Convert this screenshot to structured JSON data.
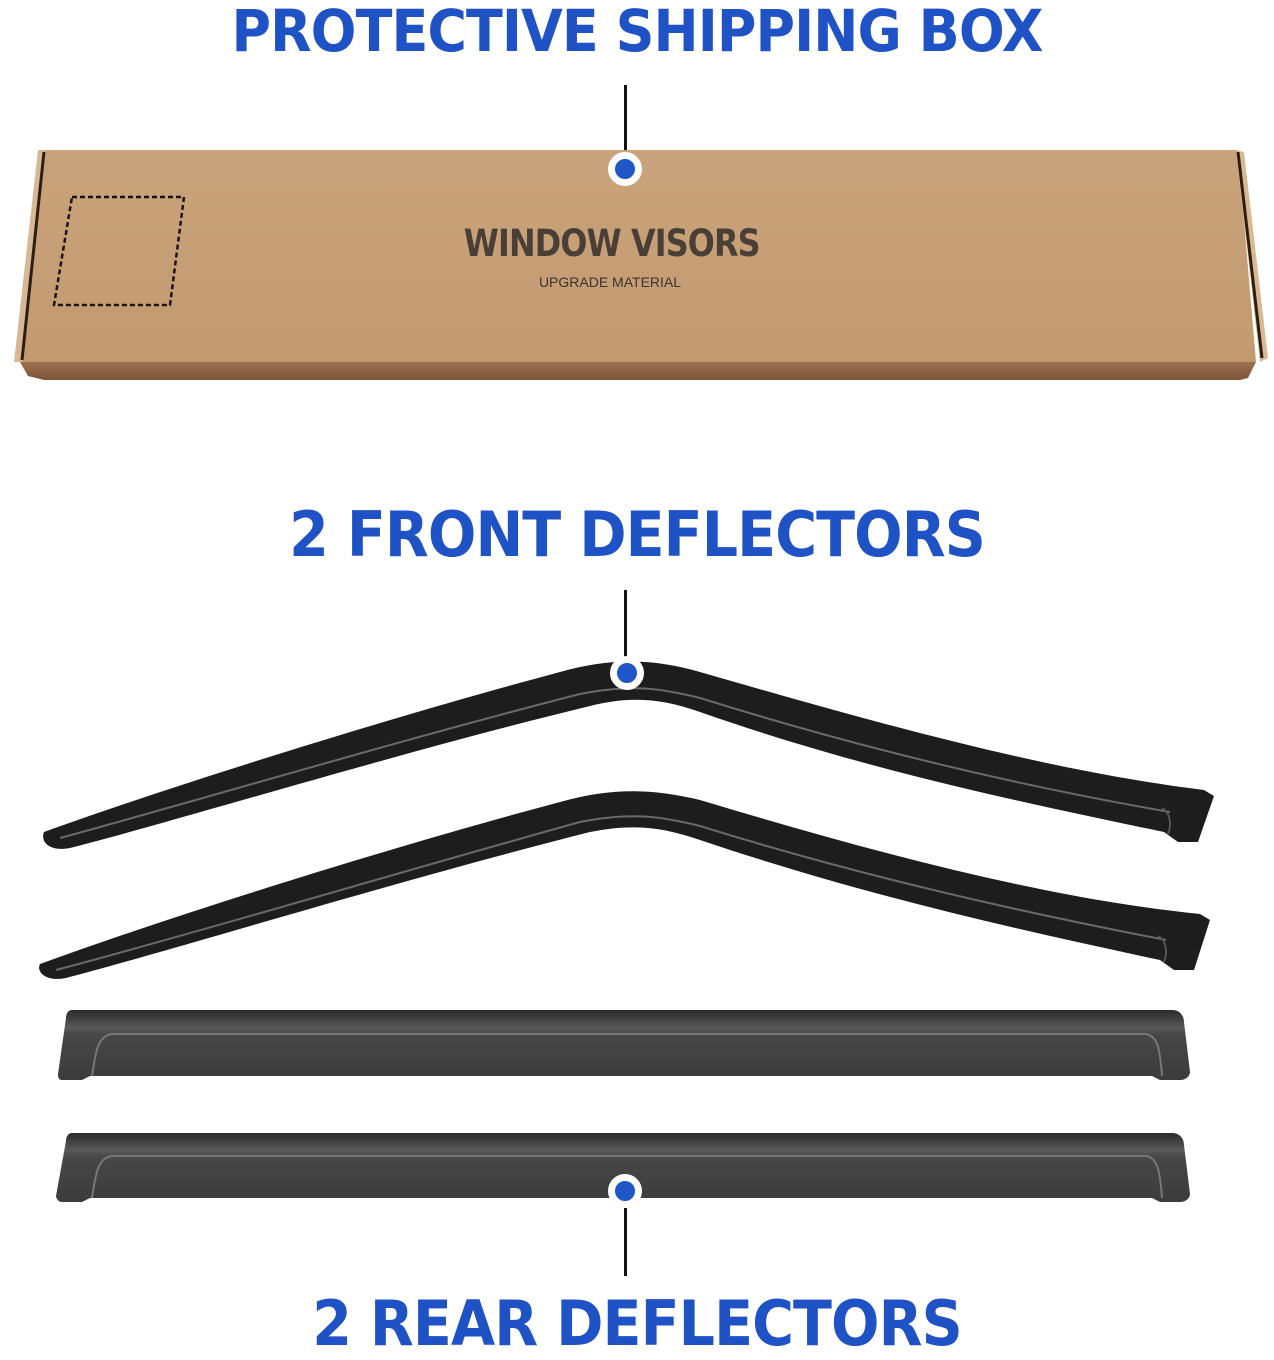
{
  "headings": {
    "box": "PROTECTIVE SHIPPING BOX",
    "front": "2 FRONT DEFLECTORS",
    "rear": "2 REAR DEFLECTORS"
  },
  "box": {
    "title": "WINDOW VISORS",
    "subtitle": "UPGRADE MATERIAL"
  },
  "colors": {
    "accent": "#1f52c4",
    "cardboard": "#c59d74",
    "deflector": "#1c1c1c"
  }
}
